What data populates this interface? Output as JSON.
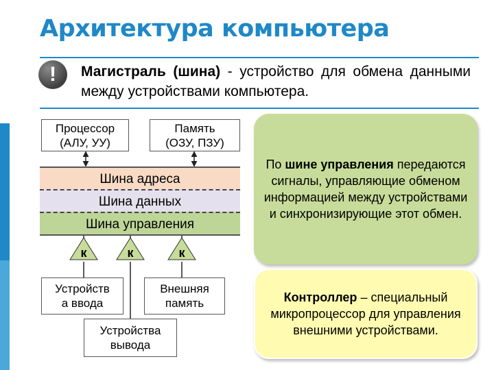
{
  "title": "Архитектура компьютера",
  "definition": {
    "bang": "!",
    "term": "Магистраль (шина)",
    "rest": " - устройство для обмена данными между устройствами компьютера."
  },
  "nodes": {
    "processor": [
      "Процессор",
      "(АЛУ, УУ)"
    ],
    "memory": [
      "Память",
      "(ОЗУ, ПЗУ)"
    ],
    "input": [
      "Устройств",
      "а ввода"
    ],
    "external": [
      "Внешняя",
      "память"
    ],
    "output": [
      "Устройства",
      "вывода"
    ]
  },
  "buses": {
    "address": "Шина адреса",
    "data": "Шина данных",
    "control": "Шина управления"
  },
  "controller_label": "к",
  "note_control": {
    "before": "По ",
    "bold": "шине управления",
    "after": " передаются сигналы, управляющие обменом информацией между устройствами и синхронизирующие этот обмен."
  },
  "note_controller": {
    "bold": "Контроллер",
    "after": " – специальный микропроцессор для управления внешними устройствами."
  },
  "colors": {
    "accent": "#1f88c7",
    "address_bus": "#f8dac5",
    "data_bus": "#e5e0ee",
    "control_bus": "#bdd597",
    "note_green": "#c7dc9a",
    "note_yellow": "#fffbb0"
  }
}
